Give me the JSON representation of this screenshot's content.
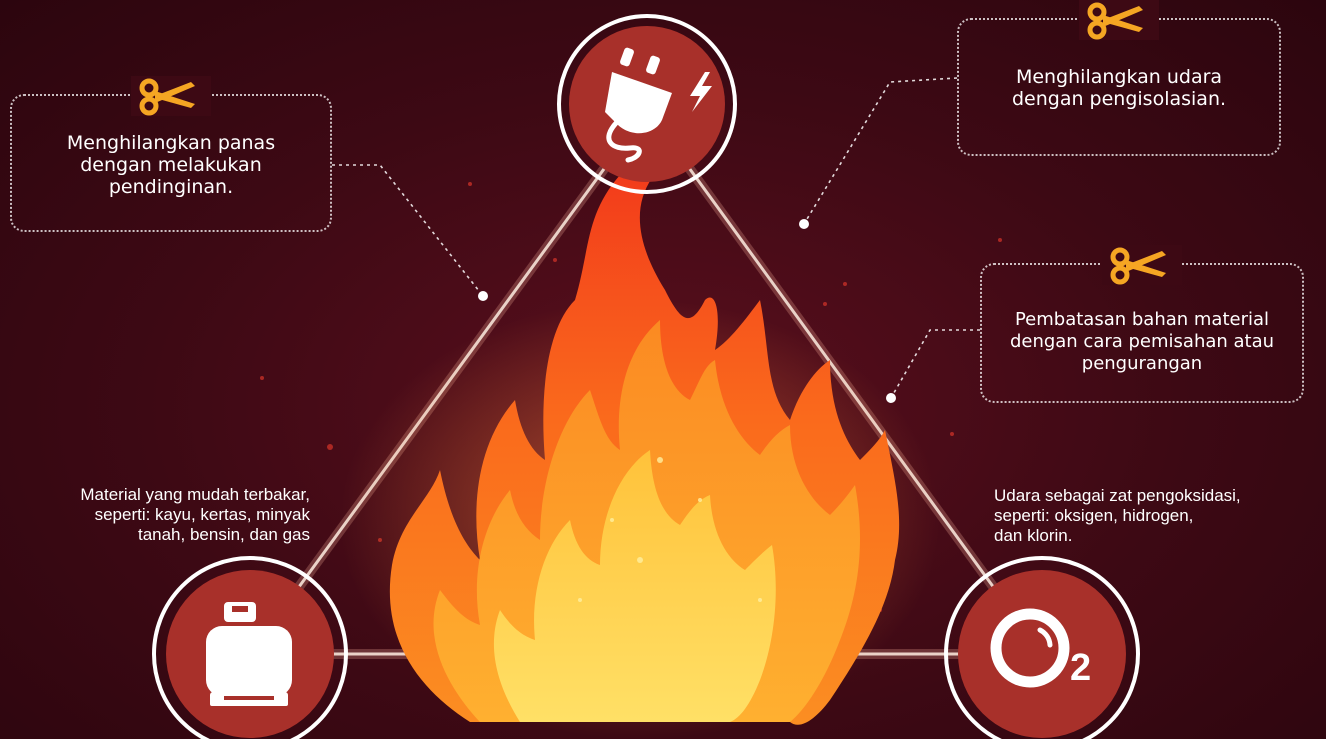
{
  "colors": {
    "background": "#3d0914",
    "node_fill": "#a8302a",
    "node_ring": "#ffffff",
    "scissors": "#f5a623",
    "flame_outer": "#f7401c",
    "flame_mid": "#fb7f1c",
    "flame_inner": "#ffc93c"
  },
  "nodes": {
    "top": {
      "icon": "electric-plug-icon"
    },
    "left": {
      "icon": "gas-cylinder-icon"
    },
    "right": {
      "icon": "oxygen-o2-icon",
      "symbol": "2"
    }
  },
  "callouts": {
    "cooling": {
      "icon": "scissors-icon",
      "text": "Menghilangkan panas\ndengan melakukan\npendinginan."
    },
    "insulation": {
      "icon": "scissors-icon",
      "text": "Menghilangkan udara\ndengan pengisolasian."
    },
    "separation": {
      "icon": "scissors-icon",
      "text": "Pembatasan bahan material\ndengan cara pemisahan atau\npengurangan"
    }
  },
  "labels": {
    "fuel": "Material yang mudah terbakar,\nseperti: kayu, kertas,  minyak\ntanah, bensin, dan gas",
    "oxygen": "Udara sebagai zat pengoksidasi,\nseperti: oksigen, hidrogen,\ndan klorin."
  },
  "center": {
    "icon": "fire-flame-icon"
  }
}
